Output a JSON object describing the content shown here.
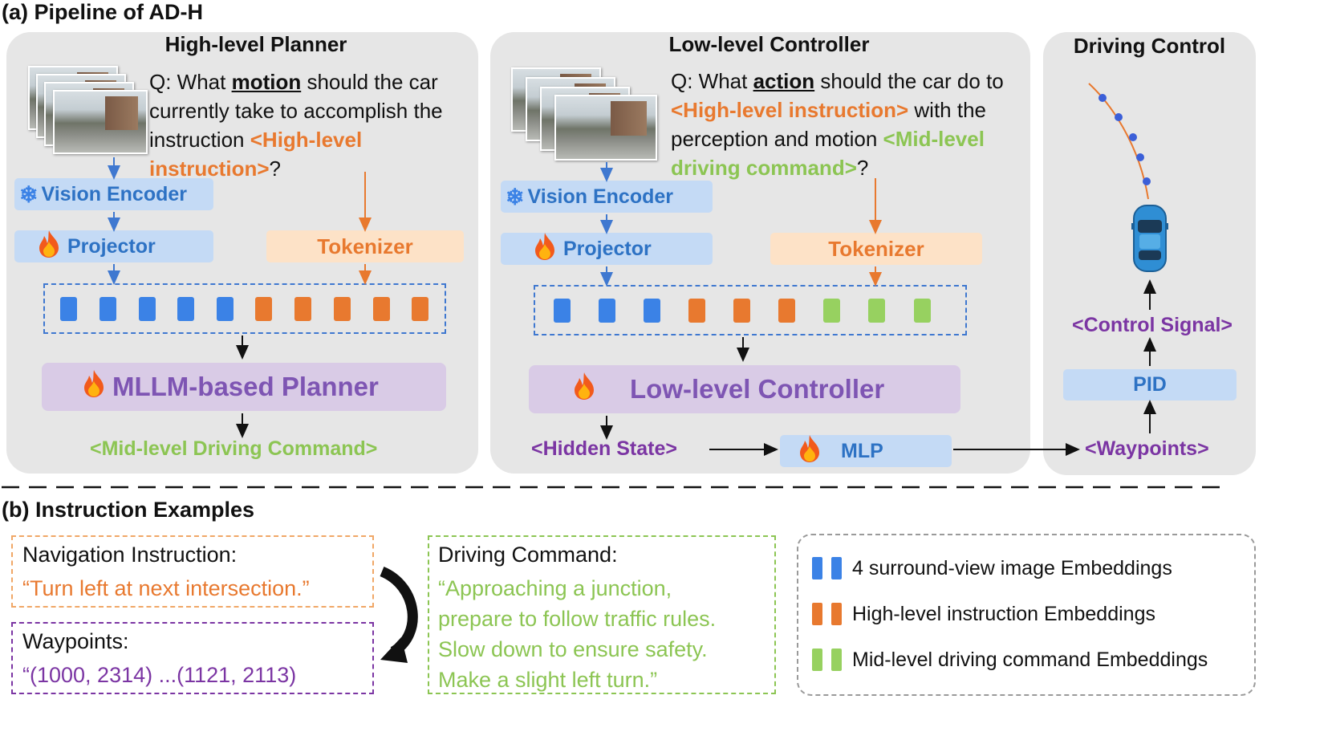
{
  "section_a_title": "(a) Pipeline of AD-H",
  "section_b_title": "(b) Instruction Examples",
  "high_level": {
    "title": "High-level Planner",
    "q_prefix": "Q: What ",
    "q_keyword": "motion",
    "q_line1_suffix": " should the car",
    "q_line2": "currently take to accomplish the",
    "q_line3": "instruction ",
    "q_highlight": "<High-level",
    "q_highlight2": "instruction>",
    "q_end": "?",
    "vision_encoder": "Vision Encoder",
    "projector": "Projector",
    "tokenizer": "Tokenizer",
    "planner": "MLLM-based Planner",
    "output": "<Mid-level Driving Command>"
  },
  "low_level": {
    "title": "Low-level Controller",
    "q_prefix": "Q: What ",
    "q_keyword": "action",
    "q_line1_suffix": " should the car do to",
    "q_highlight": "<High-level instruction>",
    "q_line2_suffix": " with the",
    "q_line3": "perception and motion ",
    "q_highlight2": "<Mid-level",
    "q_highlight3": "driving command>",
    "q_end": "?",
    "vision_encoder": "Vision Encoder",
    "projector": "Projector",
    "tokenizer": "Tokenizer",
    "controller": "Low-level Controller",
    "hidden_state": "<Hidden State>",
    "mlp": "MLP"
  },
  "driving_control": {
    "title": "Driving Control",
    "control_signal": "<Control Signal>",
    "pid": "PID",
    "waypoints": "<Waypoints>"
  },
  "examples": {
    "nav_head": "Navigation Instruction:",
    "nav_text": "“Turn left at next intersection.”",
    "wp_head": "Waypoints:",
    "wp_text": "“(1000, 2314) ...(1121, 2113)",
    "cmd_head": "Driving Command:",
    "cmd_lines": [
      "“Approaching a junction,",
      "prepare to follow traffic rules.",
      "Slow down to ensure safety.",
      "Make a slight left turn.”"
    ]
  },
  "legend": [
    {
      "color": "#3b82e6",
      "label": "4 surround-view image Embeddings"
    },
    {
      "color": "#e8792f",
      "label": "High-level instruction  Embeddings"
    },
    {
      "color": "#97d160",
      "label": "Mid-level driving command  Embeddings"
    }
  ],
  "colors": {
    "blue": "#3b82e6",
    "orange": "#e8792f",
    "green": "#8cc553",
    "purple": "#7b35a3",
    "panel": "#e6e6e6"
  },
  "icons": [
    "snowflake-icon",
    "flame-icon",
    "car-icon"
  ]
}
